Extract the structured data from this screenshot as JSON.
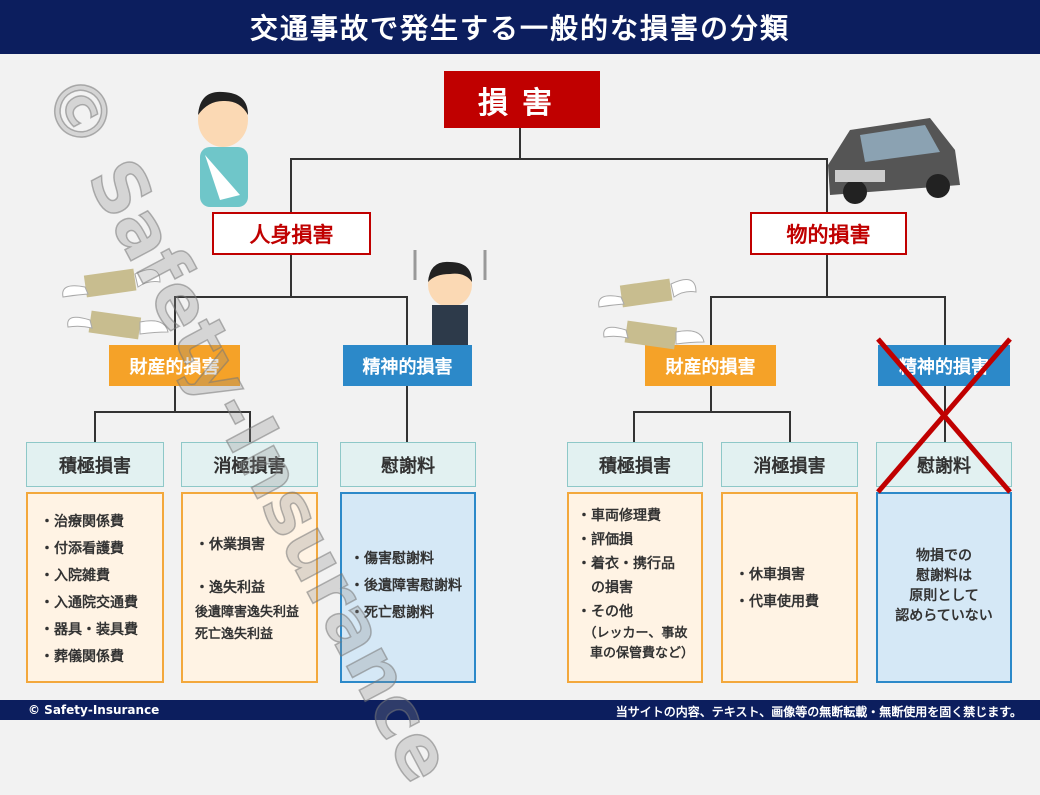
{
  "title": "交通事故で発生する一般的な損害の分類",
  "watermark": "© Safety-Insurance",
  "root": "損害",
  "personal": {
    "label": "人身損害",
    "property": "財産的損害",
    "mental": "精神的損害",
    "positive": {
      "label": "積極損害",
      "items": [
        "・治療関係費",
        "・付添看護費",
        "・入院雑費",
        "・入通院交通費",
        "・器具・装具費",
        "・葬儀関係費"
      ]
    },
    "negative": {
      "label": "消極損害",
      "items": [
        "・休業損害",
        "・逸失利益"
      ],
      "sub": [
        "後遺障害逸失利益",
        "死亡逸失利益"
      ]
    },
    "consolation": {
      "label": "慰謝料",
      "items": [
        "・傷害慰謝料",
        "・後遺障害慰謝料",
        "・死亡慰謝料"
      ]
    }
  },
  "material": {
    "label": "物的損害",
    "property": "財産的損害",
    "mental": "精神的損害",
    "positive": {
      "label": "積極損害",
      "items": [
        "・車両修理費",
        "・評価損",
        "・着衣・携行品",
        "　の損害",
        "・その他",
        "　（レッカー、事故",
        "　車の保管費など）"
      ]
    },
    "negative": {
      "label": "消極損害",
      "items": [
        "・休車損害",
        "・代車使用費"
      ]
    },
    "consolation": {
      "label": "慰謝料",
      "note": [
        "物損での",
        "慰謝料は",
        "原則として",
        "認めらていない"
      ]
    }
  },
  "footer": {
    "left": "© Safety-Insurance",
    "right": "当サイトの内容、テキスト、画像等の無断転載・無断使用を固く禁じます。"
  },
  "colors": {
    "header": "#0c1e5e",
    "red": "#c00000",
    "orange": "#f5a228",
    "blue": "#2c89c9"
  }
}
